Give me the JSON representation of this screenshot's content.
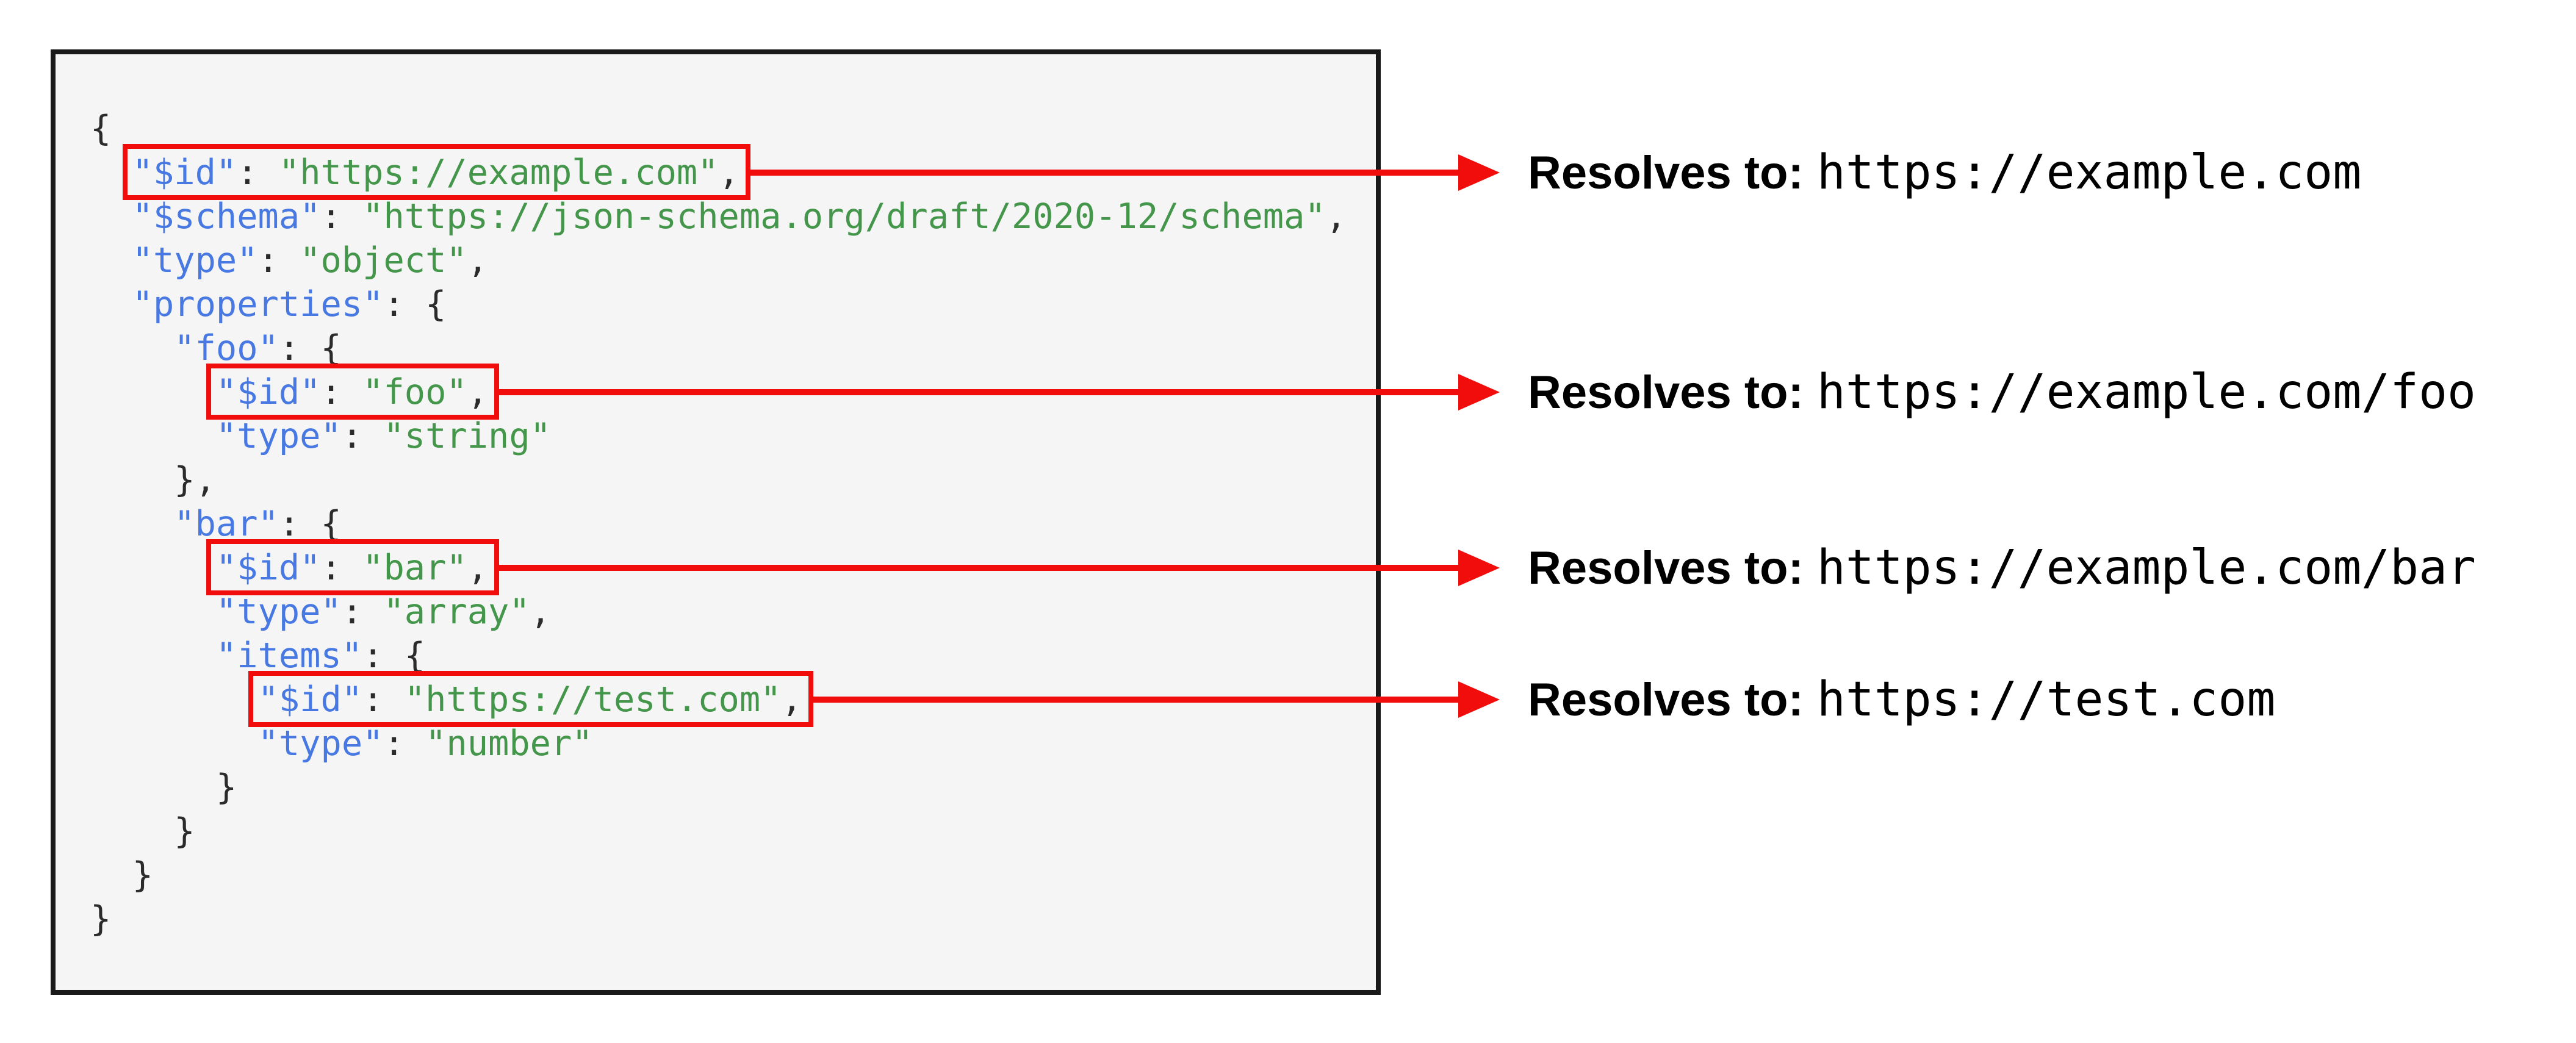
{
  "colors": {
    "red": "#f20d0d",
    "key_blue": "#4879e2",
    "string_green": "#43964a",
    "punct": "#2b2b2b",
    "code_bg": "#f5f5f5",
    "panel_border": "#1a1a1a"
  },
  "code_lines": [
    {
      "indent": 0,
      "segments": [
        {
          "text": "{",
          "type": "punct"
        }
      ]
    },
    {
      "indent": 2,
      "highlight": true,
      "segments": [
        {
          "text": "\"$id\"",
          "type": "key"
        },
        {
          "text": ": ",
          "type": "punct"
        },
        {
          "text": "\"https://example.com\"",
          "type": "str"
        },
        {
          "text": ",",
          "type": "punct"
        }
      ]
    },
    {
      "indent": 2,
      "segments": [
        {
          "text": "\"$schema\"",
          "type": "key"
        },
        {
          "text": ": ",
          "type": "punct"
        },
        {
          "text": "\"https://json-schema.org/draft/2020-12/schema\"",
          "type": "str"
        },
        {
          "text": ",",
          "type": "punct"
        }
      ]
    },
    {
      "indent": 2,
      "segments": [
        {
          "text": "\"type\"",
          "type": "key"
        },
        {
          "text": ": ",
          "type": "punct"
        },
        {
          "text": "\"object\"",
          "type": "str"
        },
        {
          "text": ",",
          "type": "punct"
        }
      ]
    },
    {
      "indent": 2,
      "segments": [
        {
          "text": "\"properties\"",
          "type": "key"
        },
        {
          "text": ": ",
          "type": "punct"
        },
        {
          "text": "{",
          "type": "punct"
        }
      ]
    },
    {
      "indent": 4,
      "segments": [
        {
          "text": "\"foo\"",
          "type": "key"
        },
        {
          "text": ": ",
          "type": "punct"
        },
        {
          "text": "{",
          "type": "punct"
        }
      ]
    },
    {
      "indent": 6,
      "highlight": true,
      "segments": [
        {
          "text": "\"$id\"",
          "type": "key"
        },
        {
          "text": ": ",
          "type": "punct"
        },
        {
          "text": "\"foo\"",
          "type": "str"
        },
        {
          "text": ",",
          "type": "punct"
        }
      ]
    },
    {
      "indent": 6,
      "segments": [
        {
          "text": "\"type\"",
          "type": "key"
        },
        {
          "text": ": ",
          "type": "punct"
        },
        {
          "text": "\"string\"",
          "type": "str"
        }
      ]
    },
    {
      "indent": 4,
      "segments": [
        {
          "text": "},",
          "type": "punct"
        }
      ]
    },
    {
      "indent": 4,
      "segments": [
        {
          "text": "\"bar\"",
          "type": "key"
        },
        {
          "text": ": ",
          "type": "punct"
        },
        {
          "text": "{",
          "type": "punct"
        }
      ]
    },
    {
      "indent": 6,
      "highlight": true,
      "segments": [
        {
          "text": "\"$id\"",
          "type": "key"
        },
        {
          "text": ": ",
          "type": "punct"
        },
        {
          "text": "\"bar\"",
          "type": "str"
        },
        {
          "text": ",",
          "type": "punct"
        }
      ]
    },
    {
      "indent": 6,
      "segments": [
        {
          "text": "\"type\"",
          "type": "key"
        },
        {
          "text": ": ",
          "type": "punct"
        },
        {
          "text": "\"array\"",
          "type": "str"
        },
        {
          "text": ",",
          "type": "punct"
        }
      ]
    },
    {
      "indent": 6,
      "segments": [
        {
          "text": "\"items\"",
          "type": "key"
        },
        {
          "text": ": ",
          "type": "punct"
        },
        {
          "text": "{",
          "type": "punct"
        }
      ]
    },
    {
      "indent": 8,
      "highlight": true,
      "segments": [
        {
          "text": "\"$id\"",
          "type": "key"
        },
        {
          "text": ": ",
          "type": "punct"
        },
        {
          "text": "\"https://test.com\"",
          "type": "str"
        },
        {
          "text": ",",
          "type": "punct"
        }
      ]
    },
    {
      "indent": 8,
      "segments": [
        {
          "text": "\"type\"",
          "type": "key"
        },
        {
          "text": ": ",
          "type": "punct"
        },
        {
          "text": "\"number\"",
          "type": "str"
        }
      ]
    },
    {
      "indent": 6,
      "segments": [
        {
          "text": "}",
          "type": "punct"
        }
      ]
    },
    {
      "indent": 4,
      "segments": [
        {
          "text": "}",
          "type": "punct"
        }
      ]
    },
    {
      "indent": 2,
      "segments": [
        {
          "text": "}",
          "type": "punct"
        }
      ]
    },
    {
      "indent": 0,
      "segments": [
        {
          "text": "}",
          "type": "punct"
        }
      ]
    }
  ],
  "annotations": [
    {
      "label": "Resolves to:",
      "uri": "https://example.com"
    },
    {
      "label": "Resolves to:",
      "uri": "https://example.com/foo"
    },
    {
      "label": "Resolves to:",
      "uri": "https://example.com/bar"
    },
    {
      "label": "Resolves to:",
      "uri": "https://test.com"
    }
  ]
}
